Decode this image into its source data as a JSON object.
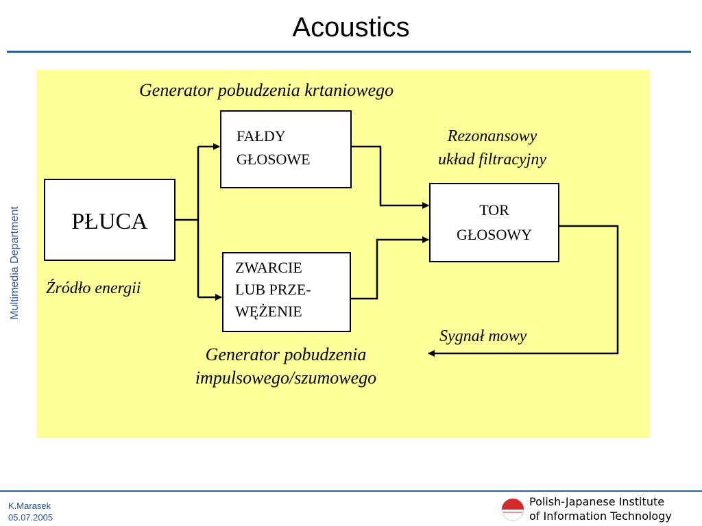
{
  "slide": {
    "title": "Acoustics",
    "side_label": "Multimedia Department"
  },
  "diagram": {
    "header_label": "Generator pobudzenia krtaniowego",
    "lungs_box": "PŁUCA",
    "energy_label": "Źródło energii",
    "vocal_folds_box": [
      "FAŁDY",
      "GŁOSOWE"
    ],
    "constriction_box": [
      "ZWARCIE",
      "LUB PRZE-",
      "WĘŻENIE"
    ],
    "impulse_label": [
      "Generator pobudzenia",
      "impulsowego/szumowego"
    ],
    "resonance_label": [
      "Rezonansowy",
      "układ filtracyjny"
    ],
    "vocal_tract_box": [
      "TOR",
      "GŁOSOWY"
    ],
    "speech_label": "Sygnał mowy"
  },
  "footer": {
    "author": "K.Marasek",
    "date": "05.07.2005",
    "institute": [
      "Polish-Japanese Institute",
      "of Information Technology"
    ]
  },
  "colors": {
    "accent": "#2e5a9e",
    "diagram_background": "#ffff99",
    "logo_red": "#d42a2a"
  }
}
